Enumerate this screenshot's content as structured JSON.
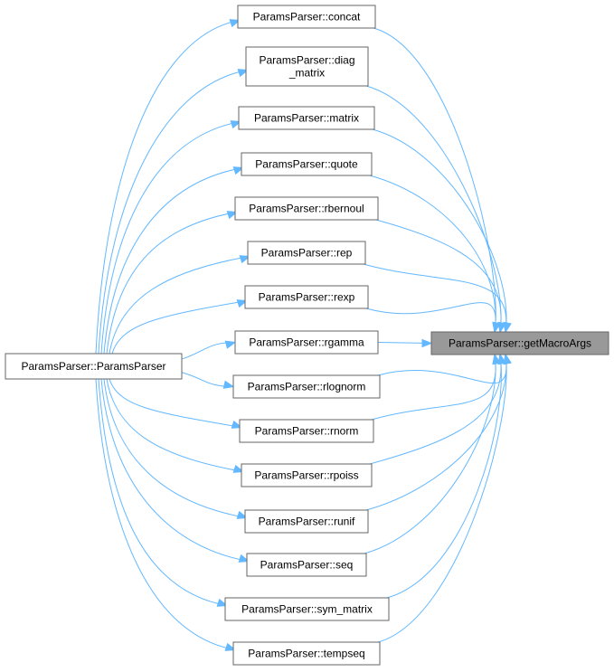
{
  "colors": {
    "edge": "#63b8ff",
    "node_border": "#666666",
    "focus_fill": "#999999"
  },
  "caller": "ParamsParser::ParamsParser",
  "target": "ParamsParser::getMacroArgs",
  "middle": [
    [
      "ParamsParser::concat"
    ],
    [
      "ParamsParser::diag",
      "_matrix"
    ],
    [
      "ParamsParser::matrix"
    ],
    [
      "ParamsParser::quote"
    ],
    [
      "ParamsParser::rbernoul"
    ],
    [
      "ParamsParser::rep"
    ],
    [
      "ParamsParser::rexp"
    ],
    [
      "ParamsParser::rgamma"
    ],
    [
      "ParamsParser::rlognorm"
    ],
    [
      "ParamsParser::rnorm"
    ],
    [
      "ParamsParser::rpoiss"
    ],
    [
      "ParamsParser::runif"
    ],
    [
      "ParamsParser::seq"
    ],
    [
      "ParamsParser::sym_matrix"
    ],
    [
      "ParamsParser::tempseq"
    ]
  ]
}
